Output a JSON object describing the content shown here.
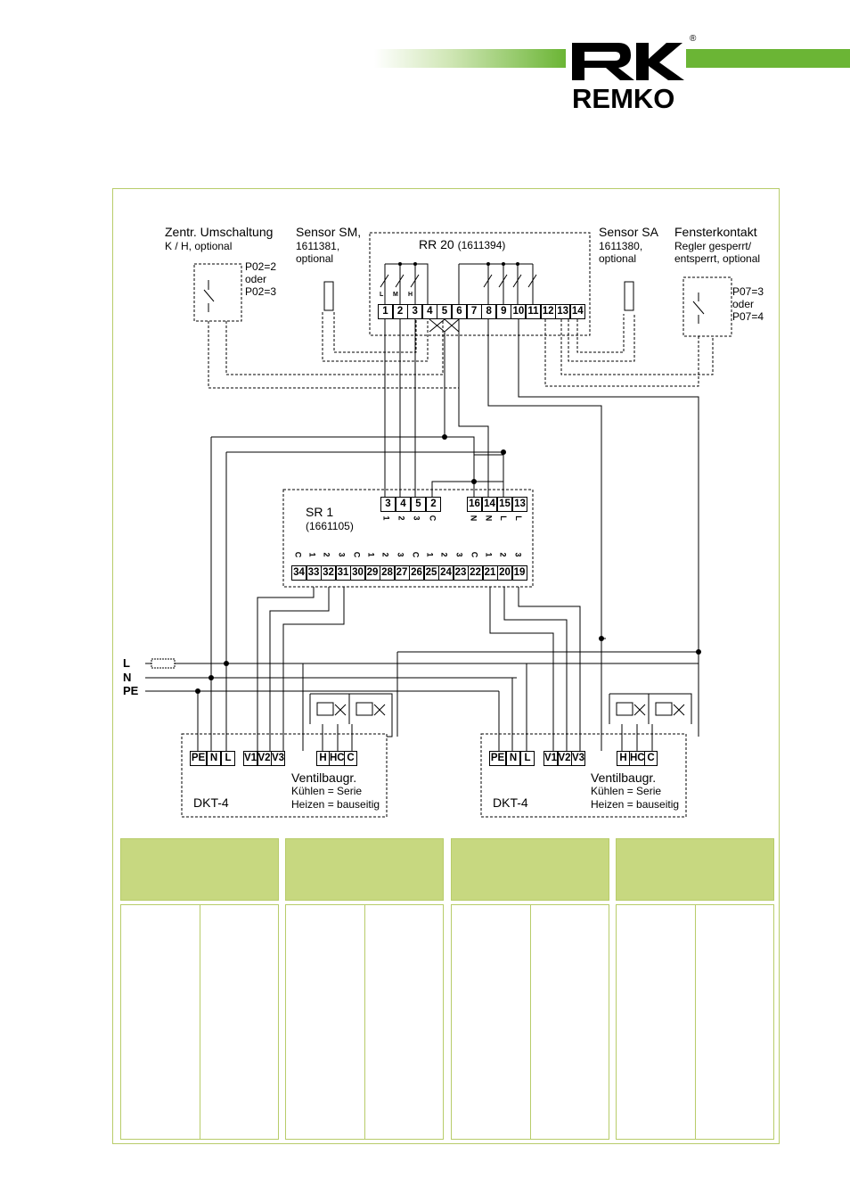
{
  "brand": {
    "name": "REMKO",
    "registered": "®",
    "green": "#6bb535",
    "accent": "#b8cc6a"
  },
  "labels": {
    "zentr_title": "Zentr. Umschaltung",
    "zentr_sub": "K / H, optional",
    "zentr_p1": "P02=2",
    "zentr_p2": "oder",
    "zentr_p3": "P02=3",
    "sm_title": "Sensor SM,",
    "sm_sub1": "1611381,",
    "sm_sub2": "optional",
    "rr_title": "RR 20",
    "rr_code": "(1611394)",
    "sa_title": "Sensor SA",
    "sa_sub1": "1611380,",
    "sa_sub2": "optional",
    "fk_title": "Fensterkontakt",
    "fk_sub1": "Regler gesperrt/",
    "fk_sub2": "entsperrt, optional",
    "fk_p1": "P07=3",
    "fk_p2": "oder",
    "fk_p3": "P07=4",
    "sr_title": "SR 1",
    "sr_code": "(1661105)",
    "line_L": "L",
    "line_N": "N",
    "line_PE": "PE",
    "dkt": "DKT-4",
    "ventil": "Ventilbaugr.",
    "kuehlen": "Kühlen = Serie",
    "heizen": "Heizen = bauseitig",
    "relay_L": "L",
    "relay_M": "M",
    "relay_H": "H"
  },
  "rr_terminals": [
    "1",
    "2",
    "3",
    "4",
    "5",
    "6",
    "7",
    "8",
    "9",
    "10",
    "11",
    "12",
    "13",
    "14"
  ],
  "sr_top_left": [
    {
      "num": "3",
      "sym": "1"
    },
    {
      "num": "4",
      "sym": "2"
    },
    {
      "num": "5",
      "sym": "3"
    },
    {
      "num": "2",
      "sym": "C"
    }
  ],
  "sr_top_right": [
    {
      "num": "16",
      "sym": "N"
    },
    {
      "num": "14",
      "sym": "N"
    },
    {
      "num": "15",
      "sym": "L"
    },
    {
      "num": "13",
      "sym": "L"
    }
  ],
  "sr_bottom": [
    {
      "num": "34",
      "sym": "C"
    },
    {
      "num": "33",
      "sym": "1"
    },
    {
      "num": "32",
      "sym": "2"
    },
    {
      "num": "31",
      "sym": "3"
    },
    {
      "num": "30",
      "sym": "C"
    },
    {
      "num": "29",
      "sym": "1"
    },
    {
      "num": "28",
      "sym": "2"
    },
    {
      "num": "27",
      "sym": "3"
    },
    {
      "num": "26",
      "sym": "C"
    },
    {
      "num": "25",
      "sym": "1"
    },
    {
      "num": "24",
      "sym": "2"
    },
    {
      "num": "23",
      "sym": "3"
    },
    {
      "num": "22",
      "sym": "C"
    },
    {
      "num": "21",
      "sym": "1"
    },
    {
      "num": "20",
      "sym": "2"
    },
    {
      "num": "19",
      "sym": "3"
    }
  ],
  "dkt_power": [
    "PE",
    "N",
    "L"
  ],
  "dkt_valves": [
    "V1",
    "V2",
    "V3"
  ],
  "dkt_hc": [
    "H",
    "HC",
    "C"
  ]
}
